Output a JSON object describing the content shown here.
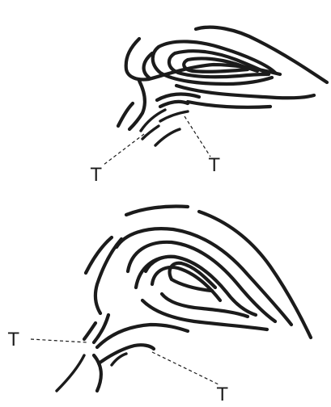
{
  "figure": {
    "upper_panel": {
      "labels": [
        "T",
        "T"
      ]
    },
    "lower_panel": {
      "labels": [
        "T",
        "T"
      ]
    },
    "line_color": "#1b1b1b",
    "background": "#ffffff"
  }
}
